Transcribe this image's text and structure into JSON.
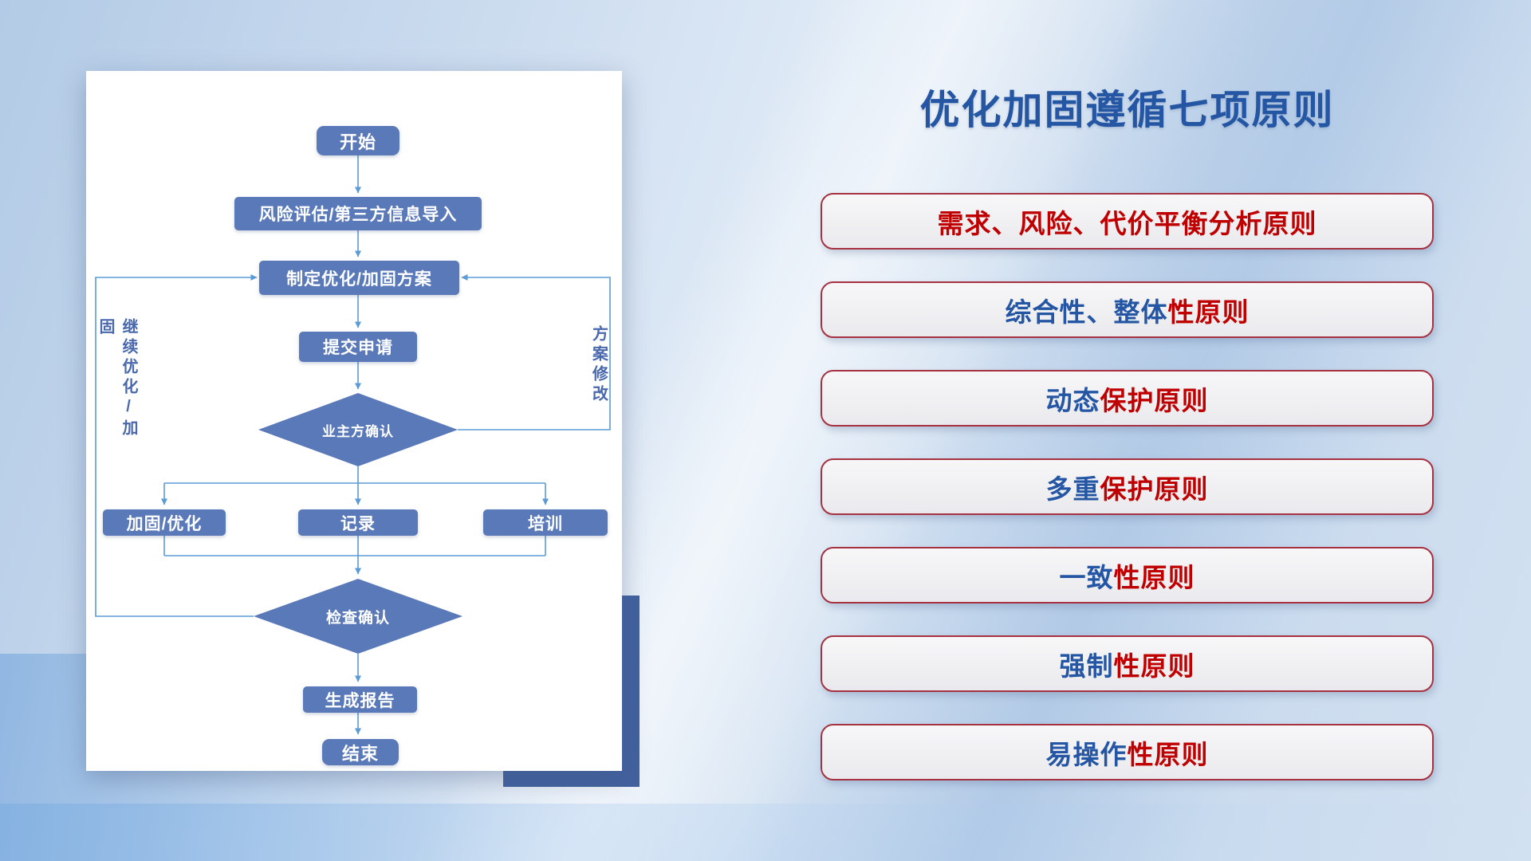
{
  "colors": {
    "accent_blue": "#2456a4",
    "red_text": "#c00000",
    "border_red": "#a63140",
    "node_blue": "#5a79b8",
    "connector_blue": "#5b9bd5",
    "block_blue": "#41619f",
    "loop_label_blue": "#4a69ad",
    "card_bg": "#ffffff",
    "pill_bg_top": "#f7f7f8",
    "pill_bg_bottom": "#eaeaee"
  },
  "flowchart": {
    "nodes": {
      "start": {
        "label": "开始"
      },
      "risk_import": {
        "label": "风险评估/第三方信息导入"
      },
      "make_plan": {
        "label": "制定优化/加固方案"
      },
      "submit": {
        "label": "提交申请"
      },
      "owner_confirm": {
        "label": "业主方确认"
      },
      "reinforce": {
        "label": "加固/优化"
      },
      "record": {
        "label": "记录"
      },
      "training": {
        "label": "培训"
      },
      "check_confirm": {
        "label": "检查确认"
      },
      "report": {
        "label": "生成报告"
      },
      "end": {
        "label": "结束"
      }
    },
    "loop_labels": {
      "left": "继续优化/加固",
      "right": "方案修改"
    }
  },
  "panel": {
    "title": "优化加固遵循七项原则",
    "items": [
      {
        "parts": [
          {
            "text": "需求、风险、代价平衡分析原则",
            "color": "red"
          }
        ]
      },
      {
        "parts": [
          {
            "text": "综合性、整体",
            "color": "blue"
          },
          {
            "text": "性原则",
            "color": "red"
          }
        ]
      },
      {
        "parts": [
          {
            "text": "动态",
            "color": "blue"
          },
          {
            "text": "保护原则",
            "color": "red"
          }
        ]
      },
      {
        "parts": [
          {
            "text": "多重",
            "color": "blue"
          },
          {
            "text": "保护原则",
            "color": "red"
          }
        ]
      },
      {
        "parts": [
          {
            "text": "一致",
            "color": "blue"
          },
          {
            "text": "性原则",
            "color": "red"
          }
        ]
      },
      {
        "parts": [
          {
            "text": "强制",
            "color": "blue"
          },
          {
            "text": "性原则",
            "color": "red"
          }
        ]
      },
      {
        "parts": [
          {
            "text": "易操作",
            "color": "blue"
          },
          {
            "text": "性原则",
            "color": "red"
          }
        ]
      }
    ]
  }
}
